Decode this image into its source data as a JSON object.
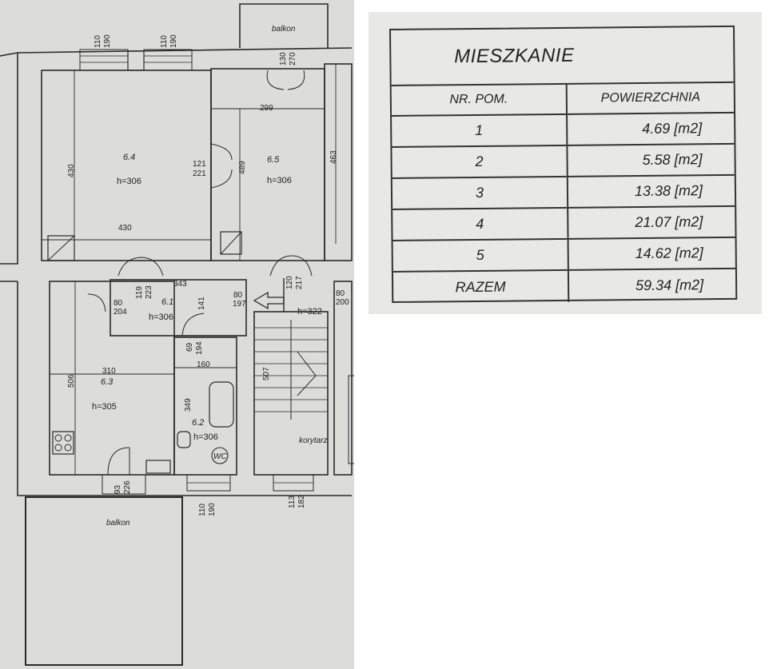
{
  "plan": {
    "dims": [
      "110",
      "190",
      "110",
      "190",
      "130",
      "270",
      "299",
      "430",
      "121",
      "221",
      "489",
      "463",
      "430",
      "119",
      "223",
      "343",
      "80",
      "197",
      "120",
      "217",
      "80",
      "200",
      "80",
      "204",
      "141",
      "69",
      "194",
      "160",
      "506",
      "310",
      "349",
      "507",
      "93",
      "226",
      "110",
      "190",
      "113",
      "182"
    ],
    "rooms": [
      "6.4",
      "6.5",
      "6.1",
      "6.3",
      "6.2"
    ],
    "heights": [
      "h=306",
      "h=306",
      "h=306",
      "h=322",
      "h=305",
      "h=306"
    ],
    "labels": {
      "balkon_top": "balkon",
      "balkon_bottom": "balkon",
      "korytarz": "korytarz",
      "wc": "WC"
    }
  },
  "table": {
    "title": "MIESZKANIE",
    "headers": [
      "NR. POM.",
      "POWIERZCHNIA"
    ],
    "rows": [
      {
        "nr": "1",
        "area": "4.69 [m2]"
      },
      {
        "nr": "2",
        "area": "5.58 [m2]"
      },
      {
        "nr": "3",
        "area": "13.38 [m2]"
      },
      {
        "nr": "4",
        "area": "21.07 [m2]"
      },
      {
        "nr": "5",
        "area": "14.62 [m2]"
      }
    ],
    "total": {
      "label": "RAZEM",
      "area": "59.34 [m2]"
    }
  }
}
